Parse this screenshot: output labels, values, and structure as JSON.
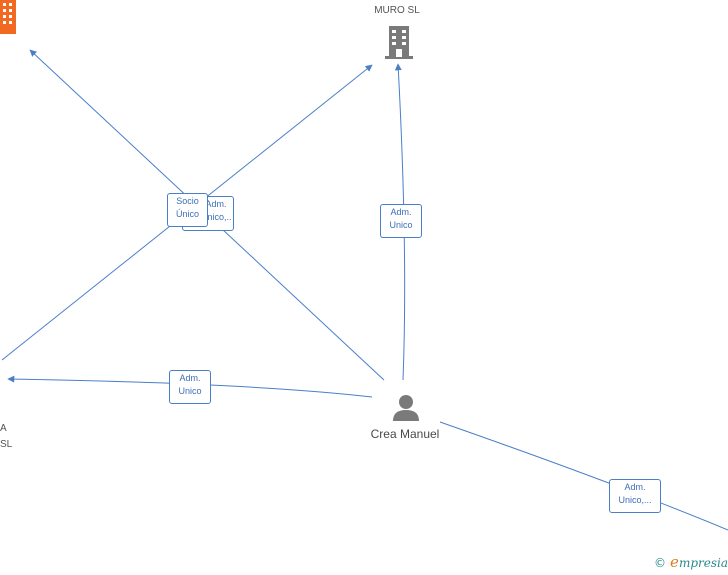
{
  "nodes": {
    "muro": {
      "label": "MURO  SL"
    },
    "left_company": {
      "label_line1": "A",
      "label_line2": "SL"
    },
    "person": {
      "label": "Crea Manuel"
    }
  },
  "edge_labels": {
    "socio_unico": {
      "line1": "Socio",
      "line2": "Único"
    },
    "adm_unico_behind": {
      "line1": "Adm.",
      "line2": "Unico,..."
    },
    "adm_unico_muro": {
      "line1": "Adm.",
      "line2": "Unico"
    },
    "adm_unico_left": {
      "line1": "Adm.",
      "line2": "Unico"
    },
    "adm_unico_right": {
      "line1": "Adm.",
      "line2": "Unico,..."
    }
  },
  "footer": {
    "copyright": "©",
    "brand_first": "e",
    "brand_rest": "mpresia"
  },
  "colors": {
    "edge": "#4a7fc8",
    "building": "#7a7a7a",
    "highlight_building": "#f26a22",
    "person": "#7a7a7a"
  }
}
